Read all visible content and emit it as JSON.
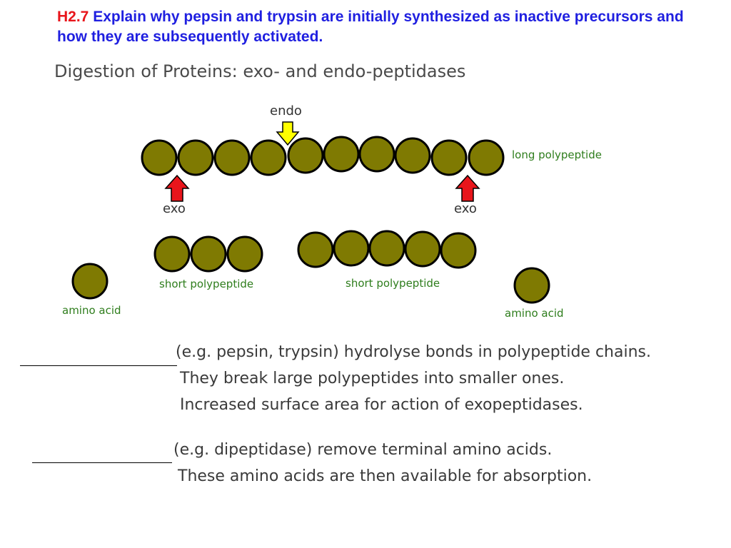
{
  "heading": {
    "code": "H2.7",
    "question": "Explain why pepsin and trypsin are initially synthesized as inactive precursors and how they are subsequently activated."
  },
  "subtitle": "Digestion of Proteins: exo- and endo-peptidases",
  "diagram": {
    "endo_label": "endo",
    "exo_left_label": "exo",
    "exo_right_label": "exo",
    "long_label": "long polypeptide",
    "short_left_label": "short polypeptide",
    "short_right_label": "short polypeptide",
    "amino_left_label": "amino acid",
    "amino_right_label": "amino acid",
    "bead_color": "#7f7a02",
    "endo_arrow_color": "#ffff00",
    "exo_arrow_color": "#e8151b",
    "label_color": "#2e7d1c"
  },
  "endopeptidases": {
    "lines": [
      "(e.g. pepsin, trypsin) hydrolyse bonds in polypeptide chains.",
      "They break large polypeptides into smaller ones.",
      "Increased surface area for action of exopeptidases."
    ]
  },
  "exopeptidases": {
    "lines": [
      "(e.g. dipeptidase) remove terminal amino acids.",
      "These amino acids are then available for absorption."
    ]
  }
}
